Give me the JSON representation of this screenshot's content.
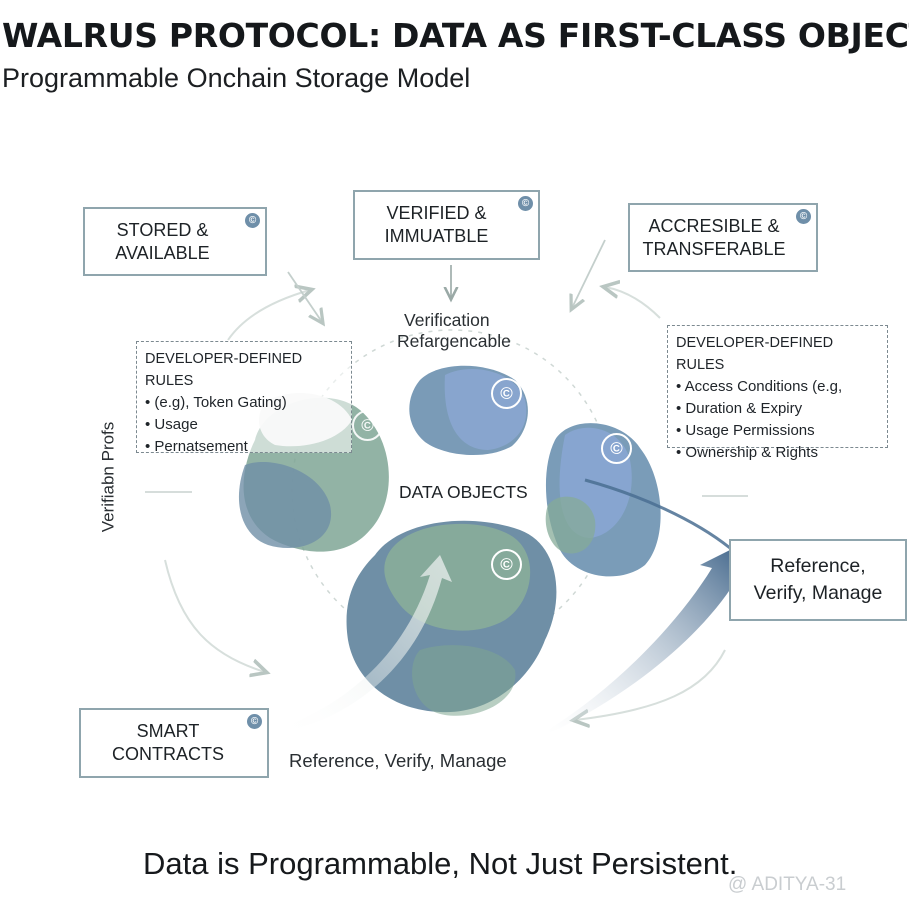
{
  "header": {
    "title": "WALRUS PROTOCOL: DATA AS FIRST-CLASS OBJECTS",
    "subtitle": "Programmable Onchain Storage Model"
  },
  "boxes": {
    "stored": {
      "line1": "STORED &",
      "line2": "AVAILABLE"
    },
    "verified": {
      "line1": "VERIFIED &",
      "line2": "IMMUATBLE"
    },
    "accessible": {
      "line1": "ACCRESIBLE &",
      "line2": "TRANSFERABLE"
    },
    "smart": {
      "line1": "SMART",
      "line2": "CONTRACTS"
    },
    "reference_right": {
      "line1": "Reference,",
      "line2": "Verify, Manage"
    }
  },
  "badge_glyph": "©",
  "rules_left": {
    "heading": "DEVELOPER-DEFINED RULES",
    "items": [
      "(e.g), Token Gating)",
      "Usage",
      "Pernatsement"
    ]
  },
  "rules_right": {
    "heading": "DEVELOPER-DEFINED RULES",
    "items": [
      "Access Conditions (e.g,",
      "Duration & Expiry",
      "Usage Permissions",
      "Ownership & Rights"
    ]
  },
  "labels": {
    "verification_line1": "Verification",
    "verification_line2": "Refargencable",
    "vertical_left": "Verifiabn Profs",
    "center": "DATA OBJECTS",
    "bottom_reference": "Reference, Verify, Manage"
  },
  "footer": {
    "text": "Data is Programmable, Not Just Persistent.",
    "watermark": "@ ADITYA-31"
  },
  "colors": {
    "blob_blue": "#7f9ec2",
    "blob_green": "#8cae9d",
    "blob_slate": "#6e8ea6",
    "box_border": "#8fa5ad",
    "arrow_dark": "#4a6f92",
    "badge": "#6f8fa9"
  }
}
